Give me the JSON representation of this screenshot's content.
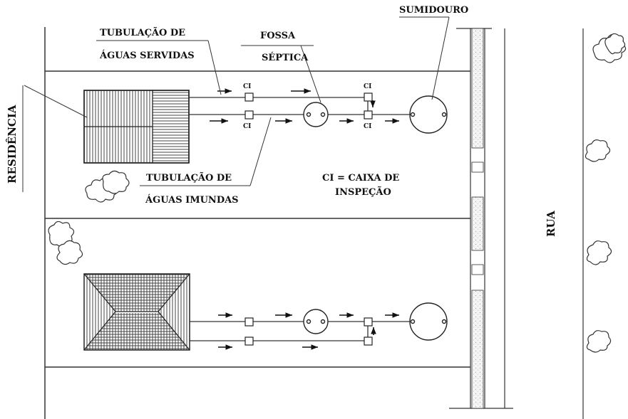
{
  "labels": {
    "residencia": "RESIDÊNCIA",
    "rua": "RUA",
    "sumidouro": "SUMIDOURO",
    "fossa_line1": "FOSSA",
    "fossa_line2": "SÉPTICA",
    "servidas_line1": "TUBULAÇÃO DE",
    "servidas_line2": "ÁGUAS SERVIDAS",
    "imundas_line1": "TUBULAÇÃO DE",
    "imundas_line2": "ÁGUAS IMUNDAS",
    "legend_line1": "CI = CAIXA DE",
    "legend_line2": "INSPEÇÃO",
    "ci": "CI"
  },
  "colors": {
    "line": "#333333",
    "background": "#ffffff"
  }
}
